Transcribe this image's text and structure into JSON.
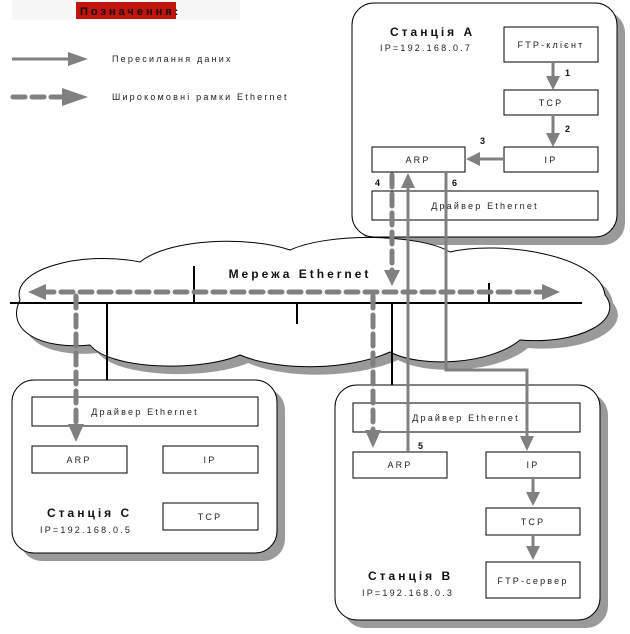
{
  "legend": {
    "title": "Позначення:",
    "data_transfer": "Пересилання даних",
    "broadcast": "Широкомовні рамки Ethernet",
    "title_bg": "#c0140c"
  },
  "network": {
    "label": "Мережа Ethernet"
  },
  "station_a": {
    "name": "Станція А",
    "ip": "IP=192.168.0.7",
    "ftp": "FTP-клієнт",
    "tcp": "TCP",
    "ip_layer": "IP",
    "arp": "ARP",
    "driver": "Драйвер Ethernet"
  },
  "station_b": {
    "name": "Станція В",
    "ip": "IP=192.168.0.3",
    "ftp": "FTP-сервер",
    "tcp": "TCP",
    "ip_layer": "IP",
    "arp": "ARP",
    "driver": "Драйвер Ethernet"
  },
  "station_c": {
    "name": "Станція С",
    "ip": "IP=192.168.0.5",
    "tcp": "TCP",
    "ip_layer": "IP",
    "arp": "ARP",
    "driver": "Драйвер Ethernet"
  },
  "steps": [
    "1",
    "2",
    "3",
    "4",
    "5",
    "6"
  ]
}
